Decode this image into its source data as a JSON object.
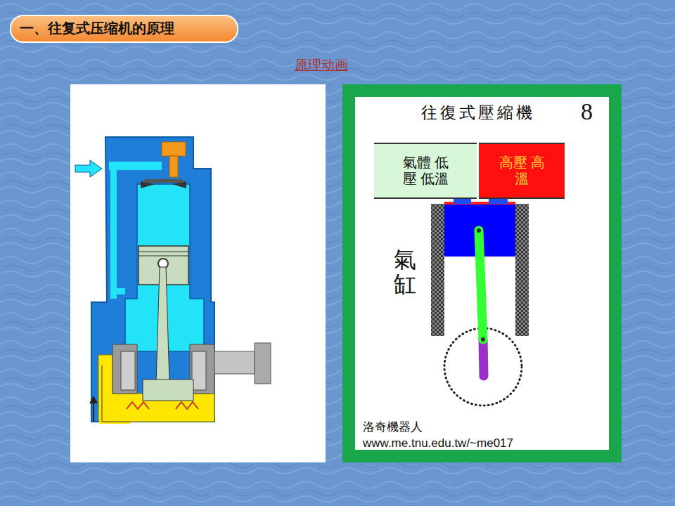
{
  "diagram": {
    "title": "一、往复式压缩机的原理",
    "nodes": [
      {
        "text": [
          "氣體 低壓 低溫"
        ]
      },
      {
        "text": [
          "高壓 高溫"
        ]
      }
    ],
    "labels": [
      "原理动画",
      "往復式壓縮機",
      "8",
      "氣缸",
      "洛奇機器人",
      "www.me.tnu.edu.tw/~me017"
    ]
  }
}
